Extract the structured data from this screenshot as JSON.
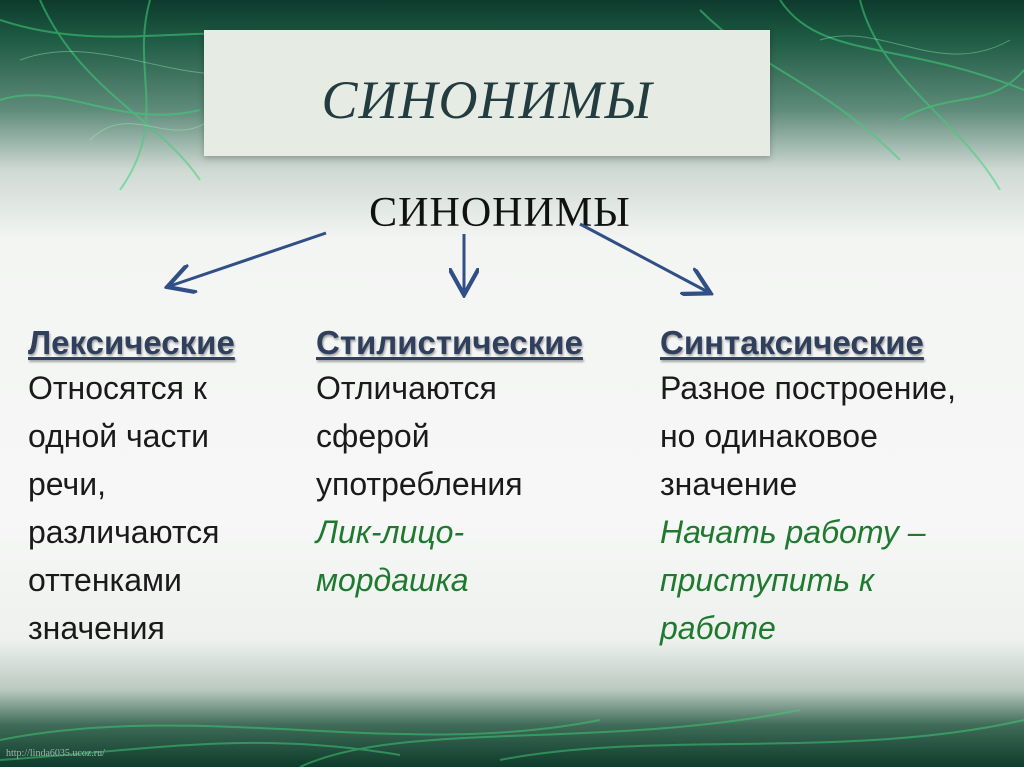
{
  "slide": {
    "title": "СИНОНИМЫ",
    "heading": "СИНОНИМЫ",
    "columns": [
      {
        "heading": "Лексические",
        "body": "Относятся к\nодной части\nречи,\nразличаются\nоттенками\nзначения",
        "example": ""
      },
      {
        "heading": "Стилистические",
        "body": "Отличаются\nсферой\nупотребления",
        "example": "Лик-лицо-\nмордашка"
      },
      {
        "heading": "Синтаксические",
        "body": "Разное построение,\nно одинаковое\nзначение",
        "example": "Начать работу –\nприступить к\nработе"
      }
    ],
    "footer": "http://linda6035.ucoz.ru/"
  },
  "colors": {
    "title_text": "#233c40",
    "heading_blue": "#2f3f5c",
    "example_green": "#1f7a30",
    "arrow": "#2f4f86"
  }
}
